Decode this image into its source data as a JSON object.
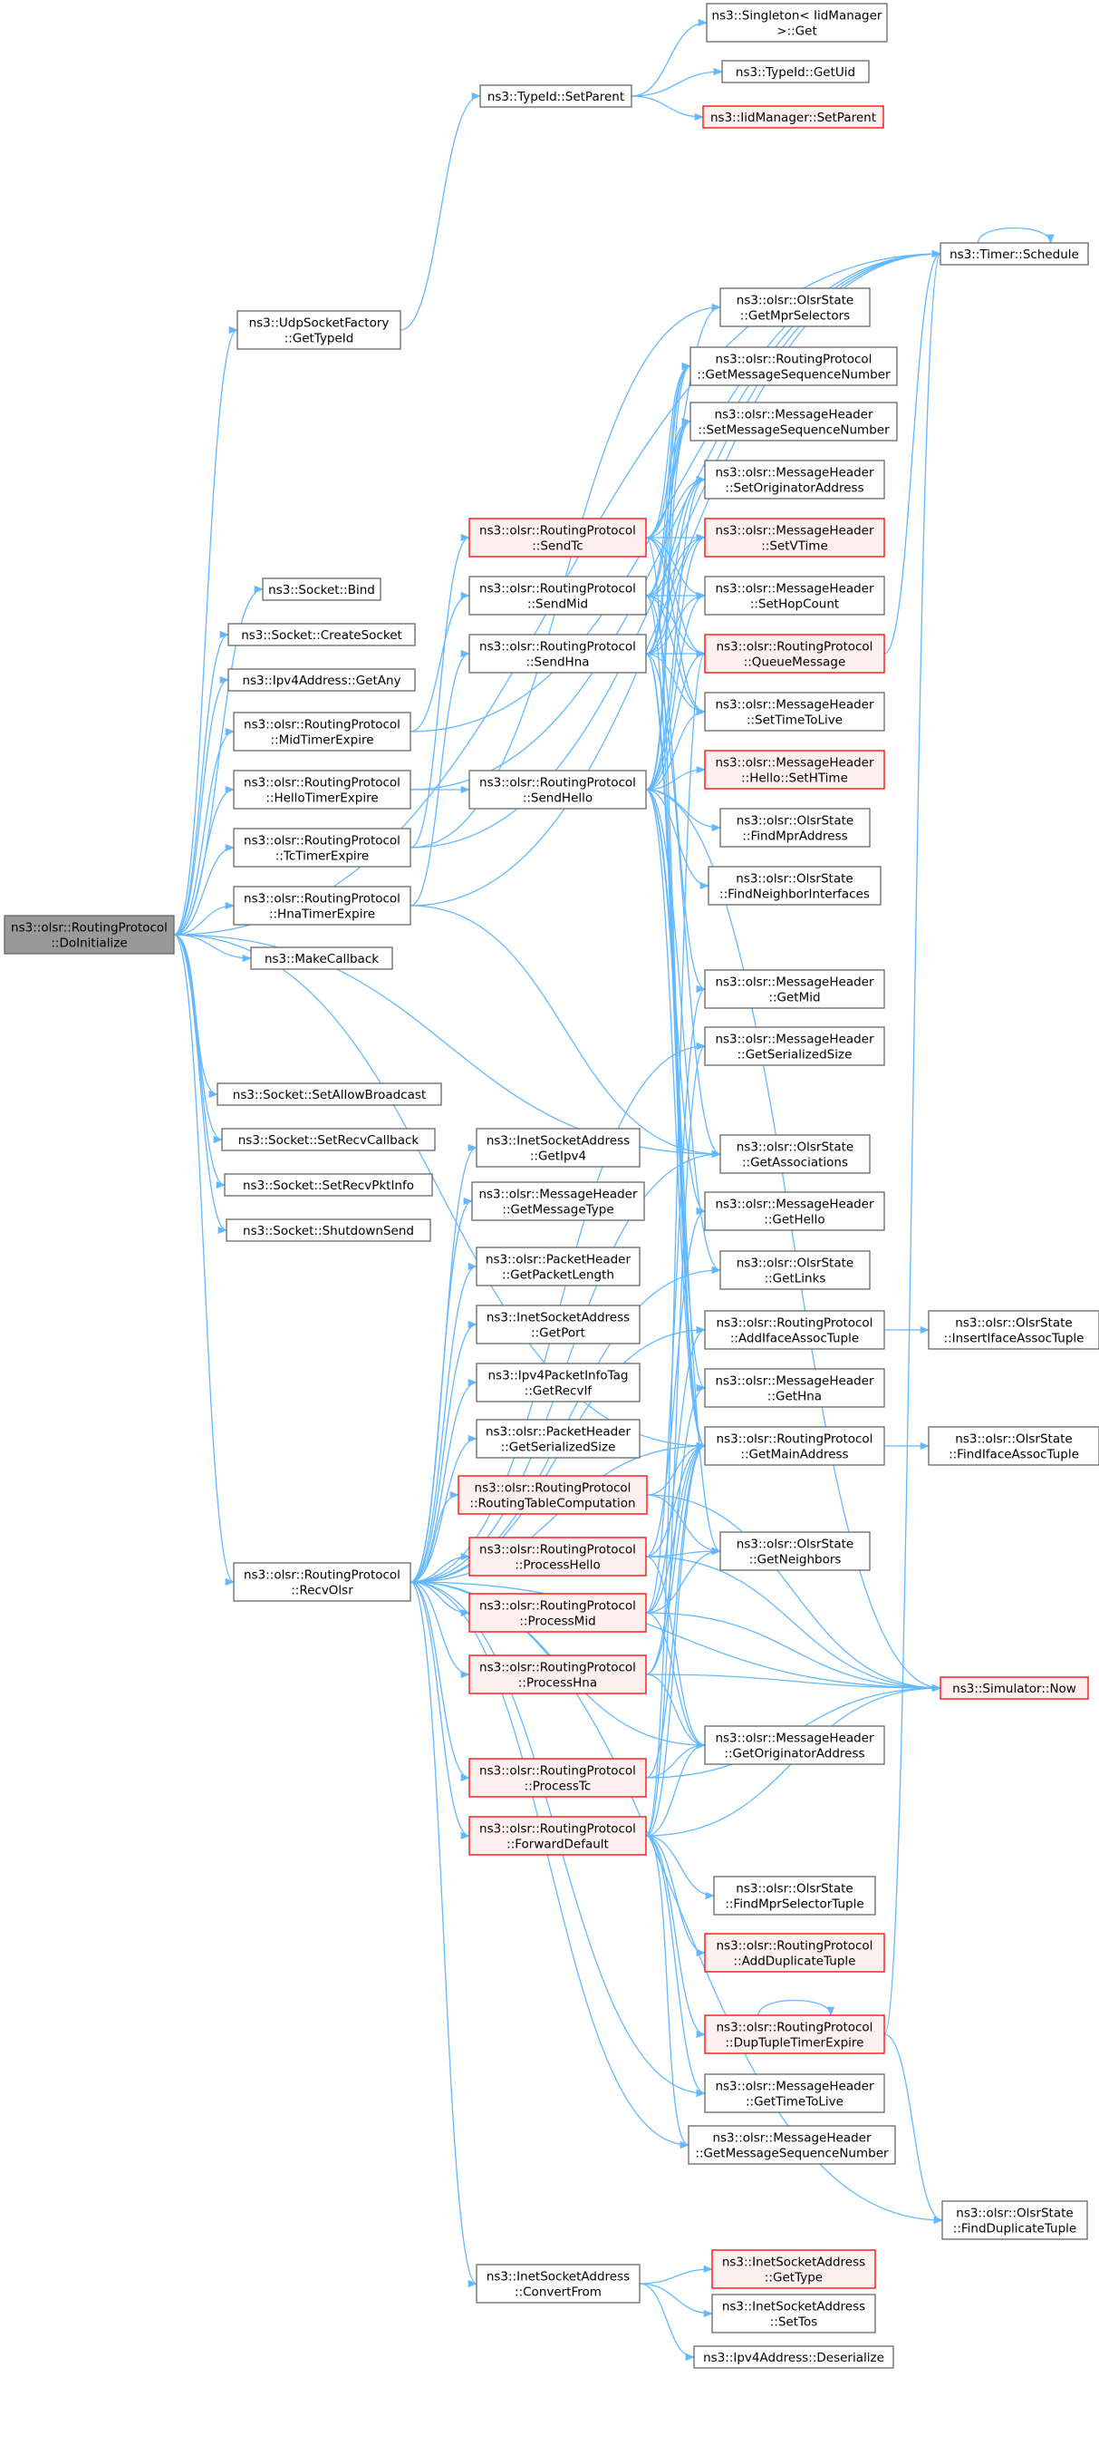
{
  "colors": {
    "edge": "#63b8ff",
    "normal_fill": "#ffffff",
    "normal_stroke": "#666666",
    "root_fill": "#999999",
    "root_stroke": "#666666",
    "red_fill": "#fff0f0",
    "red_stroke": "#ff0000"
  },
  "nodes": [
    {
      "id": "root",
      "lines": [
        "ns3::olsr::RoutingProtocol",
        "::DoInitialize"
      ],
      "kind": "root"
    },
    {
      "id": "singleton",
      "lines": [
        "ns3::Singleton< IidManager",
        " >::Get"
      ],
      "kind": "normal"
    },
    {
      "id": "typeid_setparent",
      "lines": [
        "ns3::TypeId::SetParent"
      ],
      "kind": "normal"
    },
    {
      "id": "typeid_getuid",
      "lines": [
        "ns3::TypeId::GetUid"
      ],
      "kind": "normal"
    },
    {
      "id": "iid_setparent",
      "lines": [
        "ns3::IidManager::SetParent"
      ],
      "kind": "red"
    },
    {
      "id": "udp_gettypeid",
      "lines": [
        "ns3::UdpSocketFactory",
        "::GetTypeId"
      ],
      "kind": "normal"
    },
    {
      "id": "timer_schedule",
      "lines": [
        "ns3::Timer::Schedule"
      ],
      "kind": "normal"
    },
    {
      "id": "getmprselectors",
      "lines": [
        "ns3::olsr::OlsrState",
        "::GetMprSelectors"
      ],
      "kind": "normal"
    },
    {
      "id": "getmsgseqnum",
      "lines": [
        "ns3::olsr::RoutingProtocol",
        "::GetMessageSequenceNumber"
      ],
      "kind": "normal"
    },
    {
      "id": "setmsgseqnum",
      "lines": [
        "ns3::olsr::MessageHeader",
        "::SetMessageSequenceNumber"
      ],
      "kind": "normal"
    },
    {
      "id": "setoriginator",
      "lines": [
        "ns3::olsr::MessageHeader",
        "::SetOriginatorAddress"
      ],
      "kind": "normal"
    },
    {
      "id": "sendtc",
      "lines": [
        "ns3::olsr::RoutingProtocol",
        "::SendTc"
      ],
      "kind": "red"
    },
    {
      "id": "setvtime",
      "lines": [
        "ns3::olsr::MessageHeader",
        "::SetVTime"
      ],
      "kind": "red"
    },
    {
      "id": "sendmid",
      "lines": [
        "ns3::olsr::RoutingProtocol",
        "::SendMid"
      ],
      "kind": "normal"
    },
    {
      "id": "sethopcount",
      "lines": [
        "ns3::olsr::MessageHeader",
        "::SetHopCount"
      ],
      "kind": "normal"
    },
    {
      "id": "socket_bind",
      "lines": [
        "ns3::Socket::Bind"
      ],
      "kind": "normal"
    },
    {
      "id": "sendhna",
      "lines": [
        "ns3::olsr::RoutingProtocol",
        "::SendHna"
      ],
      "kind": "normal"
    },
    {
      "id": "queuemessage",
      "lines": [
        "ns3::olsr::RoutingProtocol",
        "::QueueMessage"
      ],
      "kind": "red"
    },
    {
      "id": "socket_create",
      "lines": [
        "ns3::Socket::CreateSocket"
      ],
      "kind": "normal"
    },
    {
      "id": "ipv4_getany",
      "lines": [
        "ns3::Ipv4Address::GetAny"
      ],
      "kind": "normal"
    },
    {
      "id": "settimetolive",
      "lines": [
        "ns3::olsr::MessageHeader",
        "::SetTimeToLive"
      ],
      "kind": "normal"
    },
    {
      "id": "midtimer",
      "lines": [
        "ns3::olsr::RoutingProtocol",
        "::MidTimerExpire"
      ],
      "kind": "normal"
    },
    {
      "id": "hello_sethtime",
      "lines": [
        "ns3::olsr::MessageHeader",
        "::Hello::SetHTime"
      ],
      "kind": "red"
    },
    {
      "id": "hellotimer",
      "lines": [
        "ns3::olsr::RoutingProtocol",
        "::HelloTimerExpire"
      ],
      "kind": "normal"
    },
    {
      "id": "sendhello",
      "lines": [
        "ns3::olsr::RoutingProtocol",
        "::SendHello"
      ],
      "kind": "normal"
    },
    {
      "id": "findmpr",
      "lines": [
        "ns3::olsr::OlsrState",
        "::FindMprAddress"
      ],
      "kind": "normal"
    },
    {
      "id": "tctimer",
      "lines": [
        "ns3::olsr::RoutingProtocol",
        "::TcTimerExpire"
      ],
      "kind": "normal"
    },
    {
      "id": "findneighiface",
      "lines": [
        "ns3::olsr::OlsrState",
        "::FindNeighborInterfaces"
      ],
      "kind": "normal"
    },
    {
      "id": "hnatimer",
      "lines": [
        "ns3::olsr::RoutingProtocol",
        "::HnaTimerExpire"
      ],
      "kind": "normal"
    },
    {
      "id": "makecallback",
      "lines": [
        "ns3::MakeCallback"
      ],
      "kind": "normal"
    },
    {
      "id": "getmid",
      "lines": [
        "ns3::olsr::MessageHeader",
        "::GetMid"
      ],
      "kind": "normal"
    },
    {
      "id": "getserialized_msg",
      "lines": [
        "ns3::olsr::MessageHeader",
        "::GetSerializedSize"
      ],
      "kind": "normal"
    },
    {
      "id": "setallowbroadcast",
      "lines": [
        "ns3::Socket::SetAllowBroadcast"
      ],
      "kind": "normal"
    },
    {
      "id": "setrecvcallback",
      "lines": [
        "ns3::Socket::SetRecvCallback"
      ],
      "kind": "normal"
    },
    {
      "id": "inet_getipv4",
      "lines": [
        "ns3::InetSocketAddress",
        "::GetIpv4"
      ],
      "kind": "normal"
    },
    {
      "id": "getassociations",
      "lines": [
        "ns3::olsr::OlsrState",
        "::GetAssociations"
      ],
      "kind": "normal"
    },
    {
      "id": "setrecvpktinfo",
      "lines": [
        "ns3::Socket::SetRecvPktInfo"
      ],
      "kind": "normal"
    },
    {
      "id": "getmessagetype",
      "lines": [
        "ns3::olsr::MessageHeader",
        "::GetMessageType"
      ],
      "kind": "normal"
    },
    {
      "id": "gethello",
      "lines": [
        "ns3::olsr::MessageHeader",
        "::GetHello"
      ],
      "kind": "normal"
    },
    {
      "id": "shutdownsend",
      "lines": [
        "ns3::Socket::ShutdownSend"
      ],
      "kind": "normal"
    },
    {
      "id": "getpacketlength",
      "lines": [
        "ns3::olsr::PacketHeader",
        "::GetPacketLength"
      ],
      "kind": "normal"
    },
    {
      "id": "getlinks",
      "lines": [
        "ns3::olsr::OlsrState",
        "::GetLinks"
      ],
      "kind": "normal"
    },
    {
      "id": "inet_getport",
      "lines": [
        "ns3::InetSocketAddress",
        "::GetPort"
      ],
      "kind": "normal"
    },
    {
      "id": "addifaceassoc",
      "lines": [
        "ns3::olsr::RoutingProtocol",
        "::AddIfaceAssocTuple"
      ],
      "kind": "normal"
    },
    {
      "id": "insertifaceassoc",
      "lines": [
        "ns3::olsr::OlsrState",
        "::InsertIfaceAssocTuple"
      ],
      "kind": "normal"
    },
    {
      "id": "getrecvif",
      "lines": [
        "ns3::Ipv4PacketInfoTag",
        "::GetRecvIf"
      ],
      "kind": "normal"
    },
    {
      "id": "gethna",
      "lines": [
        "ns3::olsr::MessageHeader",
        "::GetHna"
      ],
      "kind": "normal"
    },
    {
      "id": "getserialized_pkt",
      "lines": [
        "ns3::olsr::PacketHeader",
        "::GetSerializedSize"
      ],
      "kind": "normal"
    },
    {
      "id": "getmainaddress",
      "lines": [
        "ns3::olsr::RoutingProtocol",
        "::GetMainAddress"
      ],
      "kind": "normal"
    },
    {
      "id": "findifaceassoc",
      "lines": [
        "ns3::olsr::OlsrState",
        "::FindIfaceAssocTuple"
      ],
      "kind": "normal"
    },
    {
      "id": "routingtable",
      "lines": [
        "ns3::olsr::RoutingProtocol",
        "::RoutingTableComputation"
      ],
      "kind": "red"
    },
    {
      "id": "processhello",
      "lines": [
        "ns3::olsr::RoutingProtocol",
        "::ProcessHello"
      ],
      "kind": "red"
    },
    {
      "id": "getneighbors",
      "lines": [
        "ns3::olsr::OlsrState",
        "::GetNeighbors"
      ],
      "kind": "normal"
    },
    {
      "id": "recvolsr",
      "lines": [
        "ns3::olsr::RoutingProtocol",
        "::RecvOlsr"
      ],
      "kind": "normal"
    },
    {
      "id": "processmid",
      "lines": [
        "ns3::olsr::RoutingProtocol",
        "::ProcessMid"
      ],
      "kind": "red"
    },
    {
      "id": "processhna",
      "lines": [
        "ns3::olsr::RoutingProtocol",
        "::ProcessHna"
      ],
      "kind": "red"
    },
    {
      "id": "simulator_now",
      "lines": [
        "ns3::Simulator::Now"
      ],
      "kind": "red"
    },
    {
      "id": "getoriginator",
      "lines": [
        "ns3::olsr::MessageHeader",
        "::GetOriginatorAddress"
      ],
      "kind": "normal"
    },
    {
      "id": "processtc",
      "lines": [
        "ns3::olsr::RoutingProtocol",
        "::ProcessTc"
      ],
      "kind": "red"
    },
    {
      "id": "forwarddefault",
      "lines": [
        "ns3::olsr::RoutingProtocol",
        "::ForwardDefault"
      ],
      "kind": "red"
    },
    {
      "id": "findmprselector",
      "lines": [
        "ns3::olsr::OlsrState",
        "::FindMprSelectorTuple"
      ],
      "kind": "normal"
    },
    {
      "id": "addduplicate",
      "lines": [
        "ns3::olsr::RoutingProtocol",
        "::AddDuplicateTuple"
      ],
      "kind": "red"
    },
    {
      "id": "duptupletimer",
      "lines": [
        "ns3::olsr::RoutingProtocol",
        "::DupTupleTimerExpire"
      ],
      "kind": "red"
    },
    {
      "id": "gettimetolive",
      "lines": [
        "ns3::olsr::MessageHeader",
        "::GetTimeToLive"
      ],
      "kind": "normal"
    },
    {
      "id": "getmsgseqnum_hdr",
      "lines": [
        "ns3::olsr::MessageHeader",
        "::GetMessageSequenceNumber"
      ],
      "kind": "normal"
    },
    {
      "id": "findduplicate",
      "lines": [
        "ns3::olsr::OlsrState",
        "::FindDuplicateTuple"
      ],
      "kind": "normal"
    },
    {
      "id": "inet_gettype",
      "lines": [
        "ns3::InetSocketAddress",
        "::GetType"
      ],
      "kind": "red"
    },
    {
      "id": "inet_convertfrom",
      "lines": [
        "ns3::InetSocketAddress",
        "::ConvertFrom"
      ],
      "kind": "normal"
    },
    {
      "id": "inet_settos",
      "lines": [
        "ns3::InetSocketAddress",
        "::SetTos"
      ],
      "kind": "normal"
    },
    {
      "id": "ipv4_deserialize",
      "lines": [
        "ns3::Ipv4Address::Deserialize"
      ],
      "kind": "normal"
    }
  ],
  "edges": [
    [
      "root",
      "udp_gettypeid"
    ],
    [
      "root",
      "socket_bind"
    ],
    [
      "root",
      "socket_create"
    ],
    [
      "root",
      "ipv4_getany"
    ],
    [
      "root",
      "midtimer"
    ],
    [
      "root",
      "hellotimer"
    ],
    [
      "root",
      "tctimer"
    ],
    [
      "root",
      "hnatimer"
    ],
    [
      "root",
      "makecallback"
    ],
    [
      "root",
      "setallowbroadcast"
    ],
    [
      "root",
      "setrecvcallback"
    ],
    [
      "root",
      "setrecvpktinfo"
    ],
    [
      "root",
      "shutdownsend"
    ],
    [
      "root",
      "recvolsr"
    ],
    [
      "root",
      "getmainaddress"
    ],
    [
      "root",
      "getassociations"
    ],
    [
      "root",
      "timer_schedule"
    ],
    [
      "udp_gettypeid",
      "typeid_setparent"
    ],
    [
      "typeid_setparent",
      "singleton"
    ],
    [
      "typeid_setparent",
      "typeid_getuid"
    ],
    [
      "typeid_setparent",
      "iid_setparent"
    ],
    [
      "midtimer",
      "sendmid"
    ],
    [
      "midtimer",
      "timer_schedule"
    ],
    [
      "hellotimer",
      "sendhello"
    ],
    [
      "hellotimer",
      "timer_schedule"
    ],
    [
      "tctimer",
      "sendtc"
    ],
    [
      "tctimer",
      "timer_schedule"
    ],
    [
      "tctimer",
      "getmprselectors"
    ],
    [
      "hnatimer",
      "sendhna"
    ],
    [
      "hnatimer",
      "timer_schedule"
    ],
    [
      "hnatimer",
      "getassociations"
    ],
    [
      "sendtc",
      "getmprselectors"
    ],
    [
      "sendtc",
      "getmsgseqnum"
    ],
    [
      "sendtc",
      "setmsgseqnum"
    ],
    [
      "sendtc",
      "setoriginator"
    ],
    [
      "sendtc",
      "setvtime"
    ],
    [
      "sendtc",
      "sethopcount"
    ],
    [
      "sendtc",
      "queuemessage"
    ],
    [
      "sendtc",
      "settimetolive"
    ],
    [
      "sendtc",
      "getmainaddress"
    ],
    [
      "sendmid",
      "getmsgseqnum"
    ],
    [
      "sendmid",
      "setmsgseqnum"
    ],
    [
      "sendmid",
      "setoriginator"
    ],
    [
      "sendmid",
      "setvtime"
    ],
    [
      "sendmid",
      "sethopcount"
    ],
    [
      "sendmid",
      "queuemessage"
    ],
    [
      "sendmid",
      "settimetolive"
    ],
    [
      "sendmid",
      "getmid"
    ],
    [
      "sendmid",
      "getmainaddress"
    ],
    [
      "sendhna",
      "getmsgseqnum"
    ],
    [
      "sendhna",
      "setmsgseqnum"
    ],
    [
      "sendhna",
      "setoriginator"
    ],
    [
      "sendhna",
      "setvtime"
    ],
    [
      "sendhna",
      "sethopcount"
    ],
    [
      "sendhna",
      "queuemessage"
    ],
    [
      "sendhna",
      "settimetolive"
    ],
    [
      "sendhna",
      "gethna"
    ],
    [
      "sendhna",
      "getassociations"
    ],
    [
      "sendhna",
      "getmainaddress"
    ],
    [
      "sendhello",
      "getmsgseqnum"
    ],
    [
      "sendhello",
      "setmsgseqnum"
    ],
    [
      "sendhello",
      "setoriginator"
    ],
    [
      "sendhello",
      "setvtime"
    ],
    [
      "sendhello",
      "sethopcount"
    ],
    [
      "sendhello",
      "queuemessage"
    ],
    [
      "sendhello",
      "settimetolive"
    ],
    [
      "sendhello",
      "hello_sethtime"
    ],
    [
      "sendhello",
      "findmpr"
    ],
    [
      "sendhello",
      "findneighiface"
    ],
    [
      "sendhello",
      "gethello"
    ],
    [
      "sendhello",
      "getlinks"
    ],
    [
      "sendhello",
      "getneighbors"
    ],
    [
      "sendhello",
      "getmainaddress"
    ],
    [
      "sendhello",
      "simulator_now"
    ],
    [
      "queuemessage",
      "timer_schedule"
    ],
    [
      "timer_schedule",
      "timer_schedule"
    ],
    [
      "addifaceassoc",
      "insertifaceassoc"
    ],
    [
      "getmainaddress",
      "findifaceassoc"
    ],
    [
      "recvolsr",
      "inet_getipv4"
    ],
    [
      "recvolsr",
      "getmessagetype"
    ],
    [
      "recvolsr",
      "getpacketlength"
    ],
    [
      "recvolsr",
      "inet_getport"
    ],
    [
      "recvolsr",
      "getrecvif"
    ],
    [
      "recvolsr",
      "getserialized_pkt"
    ],
    [
      "recvolsr",
      "routingtable"
    ],
    [
      "recvolsr",
      "processhello"
    ],
    [
      "recvolsr",
      "processmid"
    ],
    [
      "recvolsr",
      "processhna"
    ],
    [
      "recvolsr",
      "processtc"
    ],
    [
      "recvolsr",
      "forwarddefault"
    ],
    [
      "recvolsr",
      "getoriginator"
    ],
    [
      "recvolsr",
      "gettimetolive"
    ],
    [
      "recvolsr",
      "getmsgseqnum_hdr"
    ],
    [
      "recvolsr",
      "inet_convertfrom"
    ],
    [
      "recvolsr",
      "findduplicate"
    ],
    [
      "recvolsr",
      "simulator_now"
    ],
    [
      "recvolsr",
      "getserialized_msg"
    ],
    [
      "recvolsr",
      "getmainaddress"
    ],
    [
      "recvolsr",
      "addifaceassoc"
    ],
    [
      "recvolsr",
      "getlinks"
    ],
    [
      "recvolsr",
      "getassociations"
    ],
    [
      "routingtable",
      "getmainaddress"
    ],
    [
      "routingtable",
      "getneighbors"
    ],
    [
      "routingtable",
      "simulator_now"
    ],
    [
      "processhello",
      "getneighbors"
    ],
    [
      "processhello",
      "simulator_now"
    ],
    [
      "processhello",
      "getmainaddress"
    ],
    [
      "processhello",
      "gethello"
    ],
    [
      "processhello",
      "getoriginator"
    ],
    [
      "processmid",
      "getmid"
    ],
    [
      "processmid",
      "simulator_now"
    ],
    [
      "processmid",
      "getoriginator"
    ],
    [
      "processmid",
      "getneighbors"
    ],
    [
      "processmid",
      "getmainaddress"
    ],
    [
      "processmid",
      "addifaceassoc"
    ],
    [
      "processhna",
      "gethna"
    ],
    [
      "processhna",
      "simulator_now"
    ],
    [
      "processhna",
      "getoriginator"
    ],
    [
      "processhna",
      "getmainaddress"
    ],
    [
      "processtc",
      "getoriginator"
    ],
    [
      "processtc",
      "simulator_now"
    ],
    [
      "processtc",
      "getmainaddress"
    ],
    [
      "forwarddefault",
      "findmprselector"
    ],
    [
      "forwarddefault",
      "addduplicate"
    ],
    [
      "forwarddefault",
      "duptupletimer"
    ],
    [
      "forwarddefault",
      "gettimetolive"
    ],
    [
      "forwarddefault",
      "getmsgseqnum_hdr"
    ],
    [
      "forwarddefault",
      "getoriginator"
    ],
    [
      "forwarddefault",
      "simulator_now"
    ],
    [
      "forwarddefault",
      "queuemessage"
    ],
    [
      "forwarddefault",
      "getmainaddress"
    ],
    [
      "forwarddefault",
      "getserialized_msg"
    ],
    [
      "duptupletimer",
      "duptupletimer"
    ],
    [
      "duptupletimer",
      "findduplicate"
    ],
    [
      "duptupletimer",
      "timer_schedule"
    ],
    [
      "inet_convertfrom",
      "inet_gettype"
    ],
    [
      "inet_convertfrom",
      "inet_settos"
    ],
    [
      "inet_convertfrom",
      "ipv4_deserialize"
    ]
  ]
}
